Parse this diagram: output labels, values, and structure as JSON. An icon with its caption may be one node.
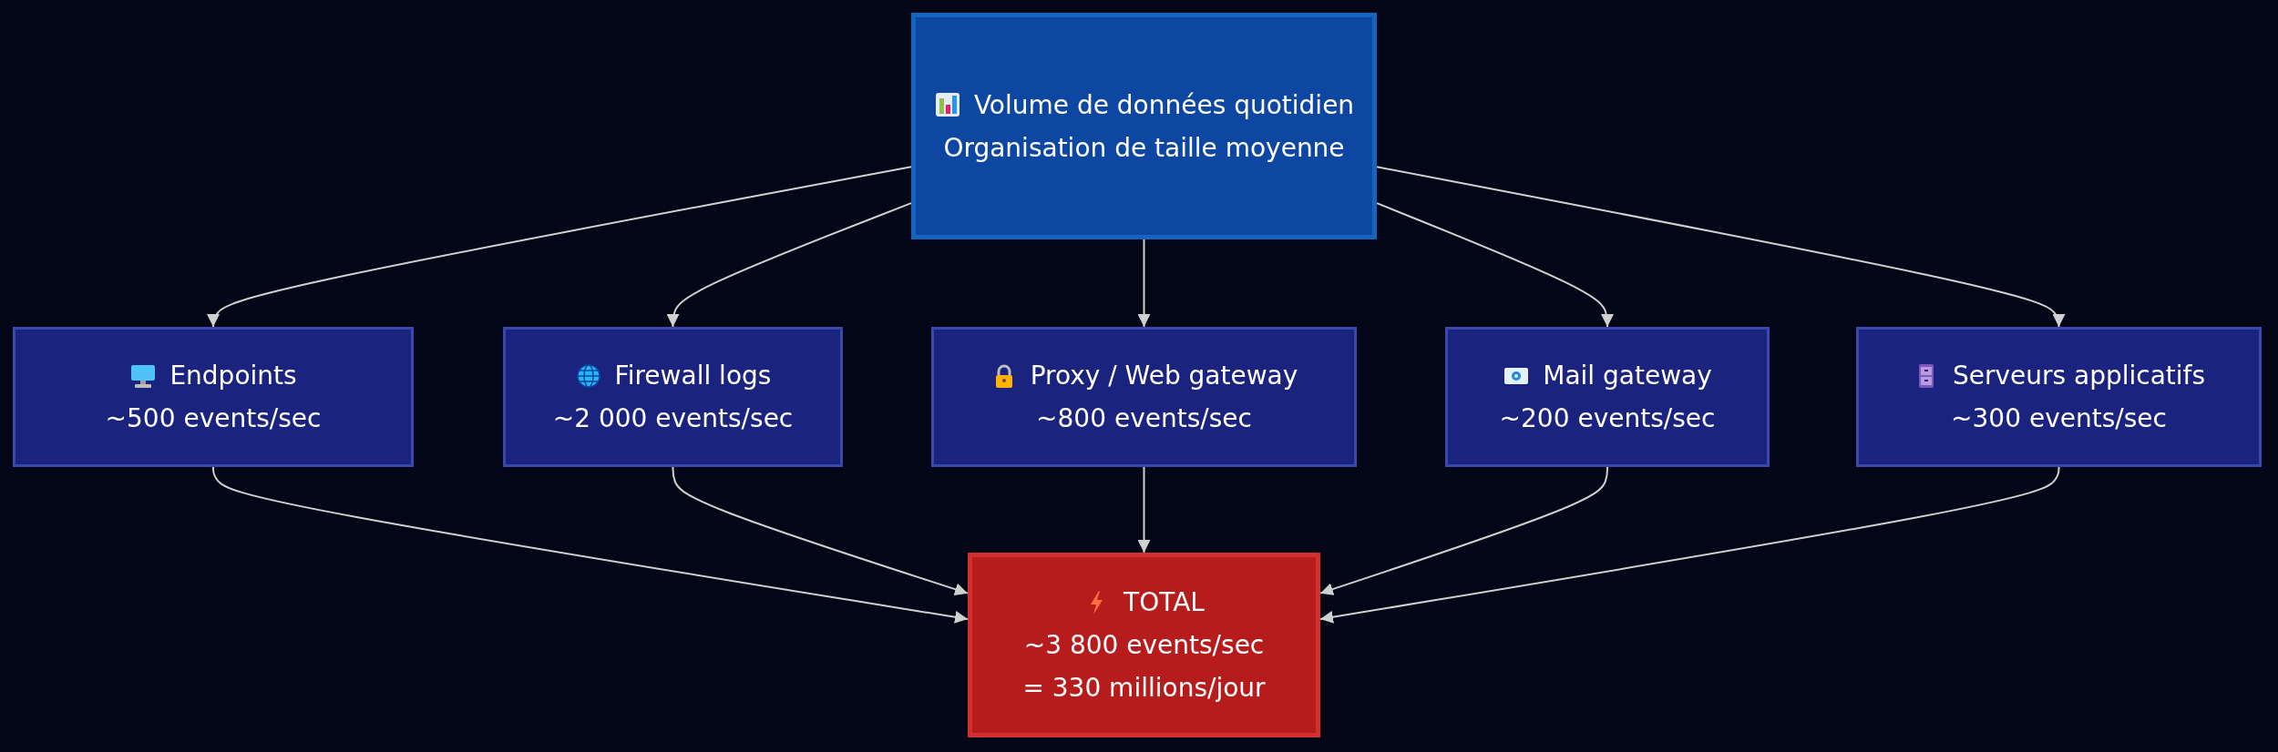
{
  "diagram": {
    "nodes": [
      {
        "text": [
          "Volume de données quotidien",
          "Organisation de taille moyenne"
        ]
      },
      {
        "text": [
          "Endpoints",
          "~500 events/sec"
        ]
      },
      {
        "text": [
          "Firewall logs",
          "~2 000 events/sec"
        ]
      },
      {
        "text": [
          "Proxy / Web gateway",
          "~800 events/sec"
        ]
      },
      {
        "text": [
          "Mail gateway",
          "~200 events/sec"
        ]
      },
      {
        "text": [
          "Serveurs applicatifs",
          "~300 events/sec"
        ]
      },
      {
        "text": [
          "TOTAL",
          "~3 800 events/sec",
          "= 330 millions/jour"
        ]
      }
    ],
    "edges": [
      {
        "from": 0,
        "to": 1,
        "arrow": "to"
      },
      {
        "from": 0,
        "to": 2,
        "arrow": "to"
      },
      {
        "from": 0,
        "to": 3,
        "arrow": "to"
      },
      {
        "from": 0,
        "to": 4,
        "arrow": "to"
      },
      {
        "from": 0,
        "to": 5,
        "arrow": "to"
      },
      {
        "from": 1,
        "to": 6,
        "arrow": "to"
      },
      {
        "from": 2,
        "to": 6,
        "arrow": "to"
      },
      {
        "from": 3,
        "to": 6,
        "arrow": "to"
      },
      {
        "from": 4,
        "to": 6,
        "arrow": "to"
      },
      {
        "from": 5,
        "to": 6,
        "arrow": "to"
      }
    ]
  }
}
